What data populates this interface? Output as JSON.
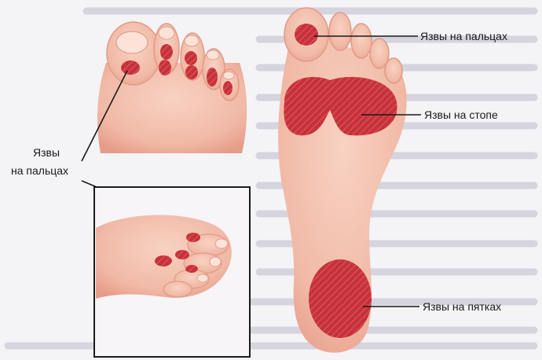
{
  "labels": {
    "toe_ulcers_line1": "Язвы",
    "toe_ulcers_line2": "на пальцах",
    "sole_toe_ulcers": "Язвы на пальцах",
    "sole_ulcers": "Язвы на стопе",
    "heel_ulcers": "Язвы на пятках"
  },
  "colors": {
    "skin": "#f3c2b1",
    "skin_shadow": "#e7a08c",
    "ulcer": "#c7323a",
    "ulcer_hatch": "#e0646a",
    "line": "#1a1a1a",
    "background": "#f4f3f6"
  }
}
